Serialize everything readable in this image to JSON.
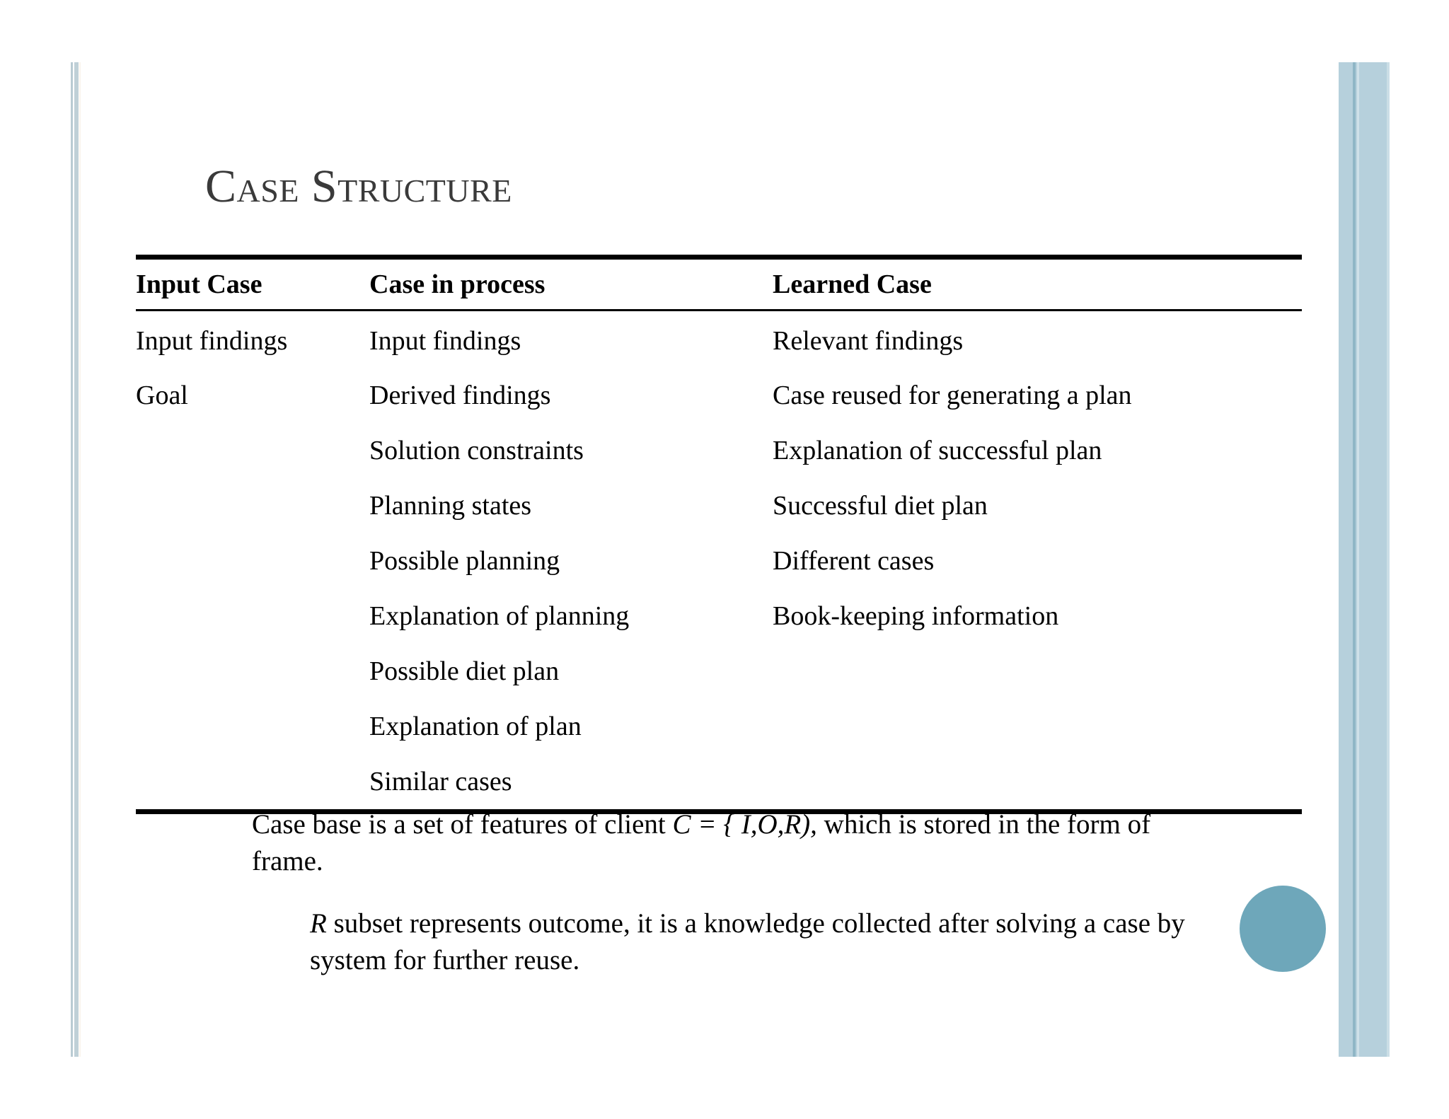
{
  "slide": {
    "title": "Case Structure",
    "accent_color": "#6ea7ba",
    "border_color": "#b6d0dc",
    "title_color": "#3a3a3a"
  },
  "table": {
    "headers": [
      "Input Case",
      "Case in process",
      "Learned Case"
    ],
    "rows": [
      [
        "Input findings",
        "Input findings",
        "Relevant findings"
      ],
      [
        "Goal",
        "Derived findings",
        "Case reused for generating a plan"
      ],
      [
        "",
        "Solution constraints",
        "Explanation of successful plan"
      ],
      [
        "",
        "Planning states",
        "Successful diet plan"
      ],
      [
        "",
        "Possible planning",
        "Different cases"
      ],
      [
        "",
        "Explanation of planning",
        "Book-keeping information"
      ],
      [
        "",
        "Possible diet plan",
        ""
      ],
      [
        "",
        "Explanation of plan",
        ""
      ],
      [
        "",
        "Similar cases",
        ""
      ]
    ]
  },
  "body": {
    "paragraph1_part1": "Case base is a set of features of client ",
    "paragraph1_formula": "C = { I,O,R),",
    "paragraph1_part2": " which is stored in the form of frame.",
    "paragraph2_symbol": "R",
    "paragraph2_text": " subset represents outcome, it is a knowledge collected after solving a case by system for further reuse."
  }
}
